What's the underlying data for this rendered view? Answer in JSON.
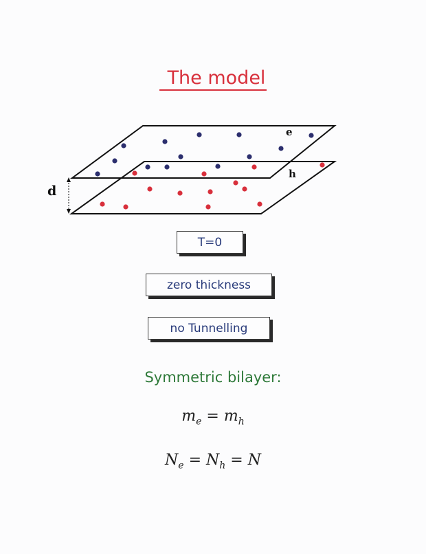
{
  "title": "The model",
  "diagram": {
    "label_e": "e",
    "label_h": "h",
    "label_d": "d",
    "colors": {
      "electron": "#2c2f6e",
      "hole": "#d8303c",
      "plane": "#111111"
    }
  },
  "boxes": {
    "temperature": "T=0",
    "thickness": "zero thickness",
    "tunnelling": "no Tunnelling"
  },
  "symmetric": {
    "heading": "Symmetric bilayer:"
  },
  "equations": {
    "mass": {
      "lhs_sym": "m",
      "lhs_sub": "e",
      "op1": "=",
      "rhs_sym": "m",
      "rhs_sub": "h"
    },
    "number": {
      "a_sym": "N",
      "a_sub": "e",
      "op1": "=",
      "b_sym": "N",
      "b_sub": "h",
      "op2": "=",
      "c_sym": "N"
    }
  }
}
